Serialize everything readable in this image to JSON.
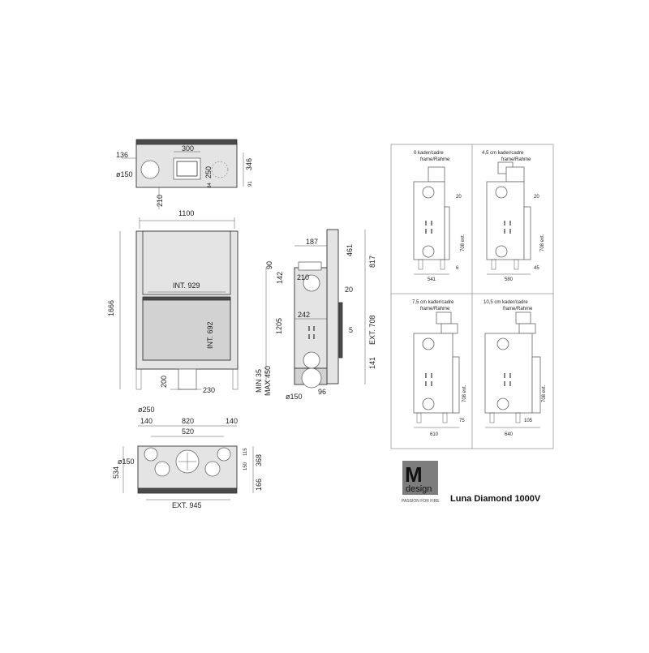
{
  "brand": {
    "logo_letter": "M",
    "logo_word": "design",
    "tagline": "PASSION FOR FIRE"
  },
  "product_title": "Luna Diamond 1000V",
  "top_view": {
    "d_136": "136",
    "d_300": "300",
    "d_150": "ø150",
    "d_250": "250",
    "d_84": "84",
    "d_346": "346",
    "d_91": "91",
    "d_210": "210"
  },
  "front_view": {
    "width": "1100",
    "height": "1666",
    "int_width": "INT. 929",
    "int_height": "INT. 692",
    "d_200": "200",
    "d_230": "230"
  },
  "side_view": {
    "d_187": "187",
    "d_90": "90",
    "d_142": "142",
    "d_461": "461",
    "d_817": "817",
    "d_210": "210",
    "d_20": "20",
    "d_242": "242",
    "d_1205": "1205",
    "d_5": "5",
    "ext_708": "EXT. 708",
    "d_141": "141",
    "min_35": "MIN 35",
    "max_450": "MAX 450",
    "d_150": "ø150",
    "d_96": "96"
  },
  "bottom_view": {
    "d_250": "ø250",
    "d_140a": "140",
    "d_820": "820",
    "d_140b": "140",
    "d_520": "520",
    "d_150": "ø150",
    "d_534": "534",
    "d_150v": "150",
    "d_115": "115",
    "d_368": "368",
    "d_166": "166",
    "ext_945": "EXT. 945"
  },
  "frames": [
    {
      "title1": "0  kader/cadre",
      "title2": "frame/Rahme",
      "d_20": "20",
      "d_708": "708 ext.",
      "d_bottom": "6",
      "width": "541"
    },
    {
      "title1": "4,5 cm  kader/cadre",
      "title2": "frame/Rahme",
      "d_20": "20",
      "d_708": "708 ext.",
      "d_bottom": "45",
      "width": "580"
    },
    {
      "title1": "7,5 cm kader/cadre",
      "title2": "frame/Rahme",
      "d_20": "",
      "d_708": "708 ext.",
      "d_bottom": "75",
      "width": "610"
    },
    {
      "title1": "10,5 cm kader/cadre",
      "title2": "frame/Rahme",
      "d_20": "",
      "d_708": "708 ext.",
      "d_bottom": "105",
      "width": "640"
    }
  ]
}
